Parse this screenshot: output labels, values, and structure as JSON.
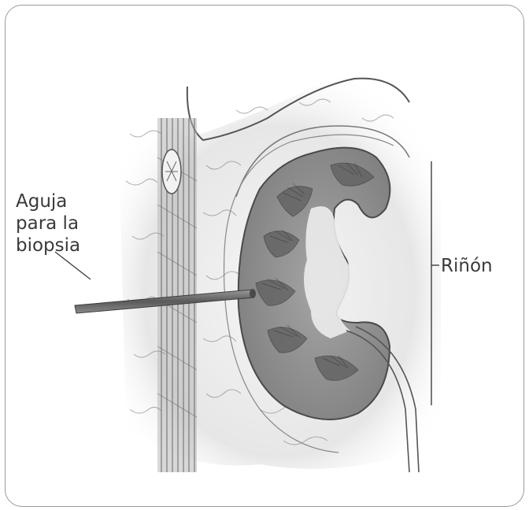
{
  "labels": {
    "needle_line1": "Aguja",
    "needle_line2": "para la",
    "needle_line3": "biopsia",
    "kidney": "Riñón"
  },
  "colors": {
    "kidney_fill": "#8a8a8a",
    "kidney_outer": "#bdbdbd",
    "line": "#3f3f3f",
    "text": "#3a3a3a"
  }
}
